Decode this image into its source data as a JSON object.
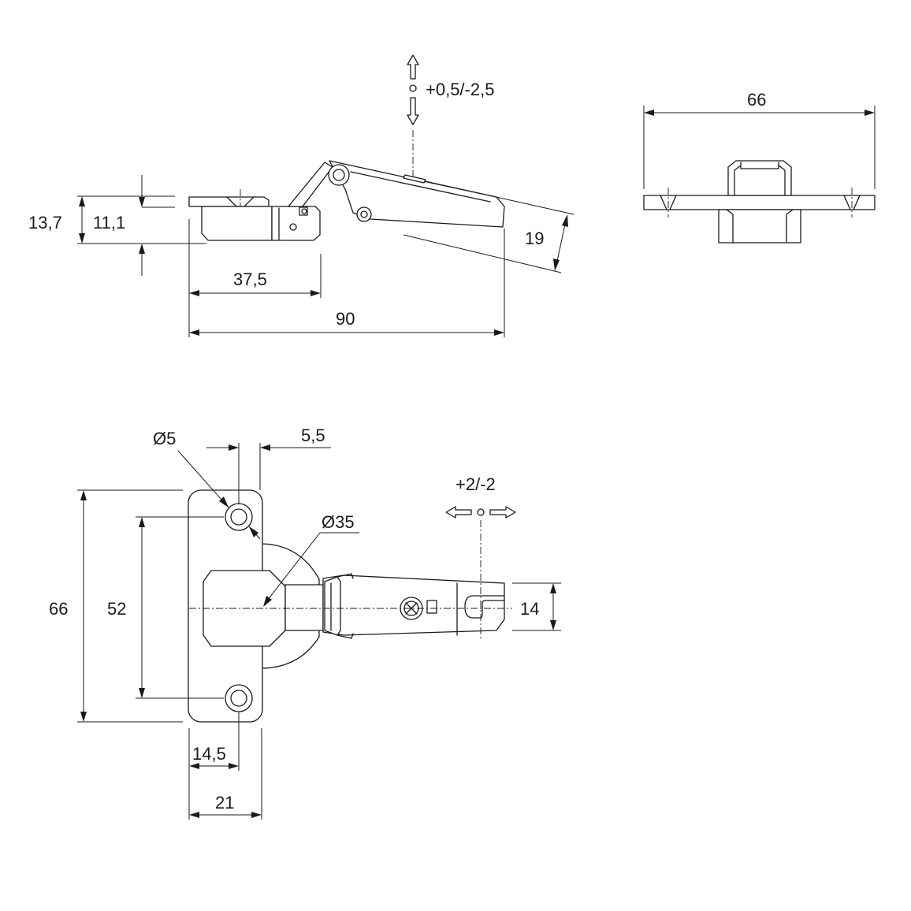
{
  "side_view": {
    "dim_height_total": "13,7",
    "dim_height_cup": "11,1",
    "dim_cup_length": "37,5",
    "dim_total_length": "90",
    "dim_arm_thickness": "19",
    "adjust_vertical": "+0,5/-2,5"
  },
  "front_view": {
    "dim_width": "66"
  },
  "top_view": {
    "dim_hole_diameter": "Ø5",
    "dim_hole_offset": "5,5",
    "dim_cup_diameter": "Ø35",
    "dim_plate_height": "66",
    "dim_hole_spacing": "52",
    "dim_arm_width": "14",
    "dim_hole_edge": "14,5",
    "dim_plate_width": "21",
    "adjust_horizontal": "+2/-2"
  }
}
